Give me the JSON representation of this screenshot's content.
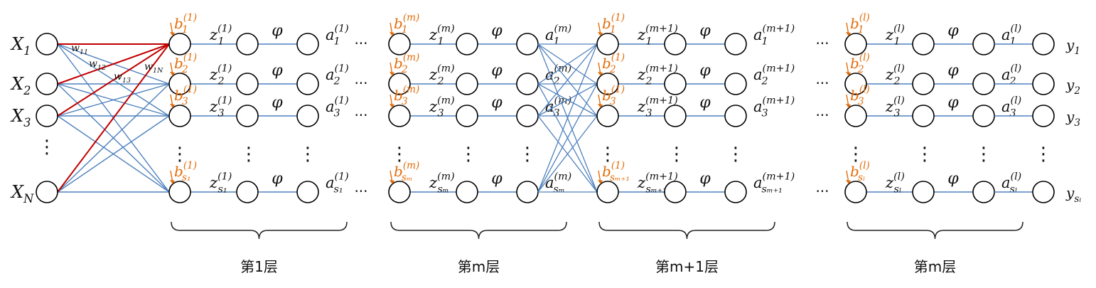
{
  "colors": {
    "edge": "#4f81bd",
    "weight_edge": "#c00000",
    "bias": "#e36c09",
    "node_stroke": "#000000",
    "text": "#111111"
  },
  "text": {
    "phi": "φ",
    "ellipsis": "···",
    "vdots": "⋮"
  },
  "inputs": [
    {
      "base": "X",
      "sub": "1"
    },
    {
      "base": "X",
      "sub": "2"
    },
    {
      "base": "X",
      "sub": "3"
    },
    {
      "base": "X",
      "sub": "N"
    }
  ],
  "weights": [
    {
      "base": "w",
      "sub": "11"
    },
    {
      "base": "w",
      "sub": "12"
    },
    {
      "base": "w",
      "sub": "13"
    },
    {
      "base": "w",
      "sub": "1N"
    }
  ],
  "layers": [
    {
      "sup": "(1)",
      "sup_next": "(1)",
      "neuron_subs": [
        "1",
        "2",
        "3",
        "s₁"
      ],
      "caption": "第1层"
    },
    {
      "sup": "(m)",
      "sup_next": "(m)",
      "neuron_subs": [
        "1",
        "2",
        "3",
        "sₘ"
      ],
      "caption": "第m层"
    },
    {
      "sup": "(1)",
      "sup_next": "(m+1)",
      "neuron_subs": [
        "1",
        "2",
        "3",
        "sₘ₊₁"
      ],
      "caption": "第m+1层"
    },
    {
      "sup": "(l)",
      "sup_next": "(l)",
      "neuron_subs": [
        "1",
        "2",
        "3",
        "sₗ"
      ],
      "caption": "第m层"
    }
  ],
  "outputs": [
    {
      "base": "y",
      "sub": "1"
    },
    {
      "base": "y",
      "sub": "2"
    },
    {
      "base": "y",
      "sub": "3"
    },
    {
      "base": "y",
      "sub": "sₗ"
    }
  ]
}
